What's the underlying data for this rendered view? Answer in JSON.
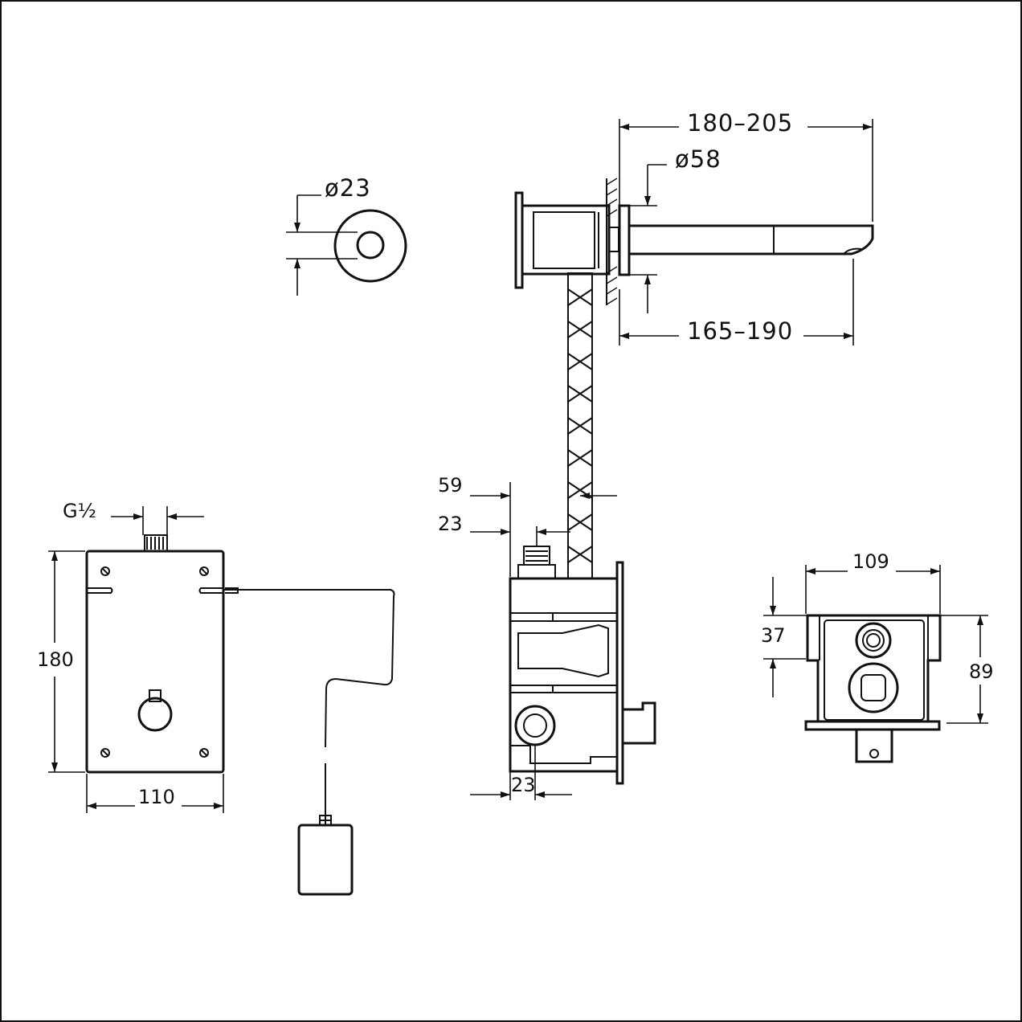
{
  "dimensions": {
    "spout_projection_max": "180–205",
    "spout_projection_min": "165–190",
    "rosette_diameter": "ø58",
    "sensor_diameter": "ø23",
    "connection_thread": "G½",
    "connection_offset_59": "59",
    "connection_offset_23": "23",
    "bottom_offset_23": "23",
    "box_height": "180",
    "box_width": "110",
    "body_width": "109",
    "body_depth_37": "37",
    "body_height_89": "89"
  }
}
